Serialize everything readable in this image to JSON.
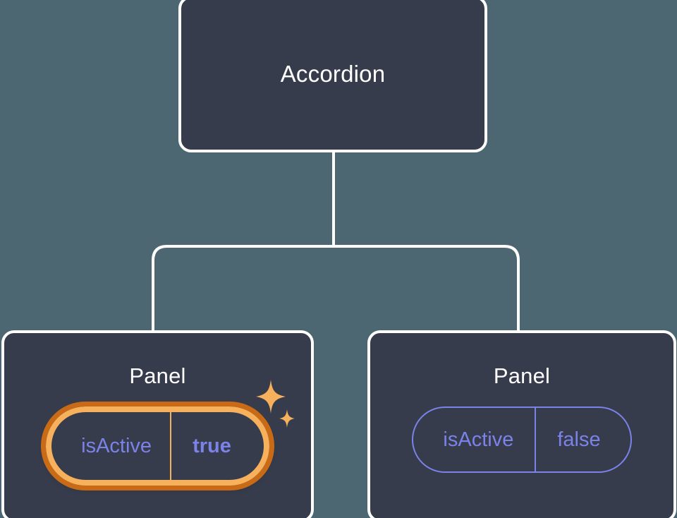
{
  "diagram": {
    "type": "component-tree",
    "background_color": "#4c6771",
    "node_fill_color": "#363c4b",
    "node_border_color": "#ffffff",
    "edge_color": "#ffffff",
    "accent_highlight_color": "#f7b15c",
    "accent_highlight_outer_color": "#c96a16",
    "prop_text_color": "#7b82e8",
    "root": {
      "title": "Accordion"
    },
    "children": [
      {
        "title": "Panel",
        "highlighted": true,
        "prop": {
          "key": "isActive",
          "value": "true"
        },
        "sparkle_icon": "sparkles-icon"
      },
      {
        "title": "Panel",
        "highlighted": false,
        "prop": {
          "key": "isActive",
          "value": "false"
        }
      }
    ]
  }
}
